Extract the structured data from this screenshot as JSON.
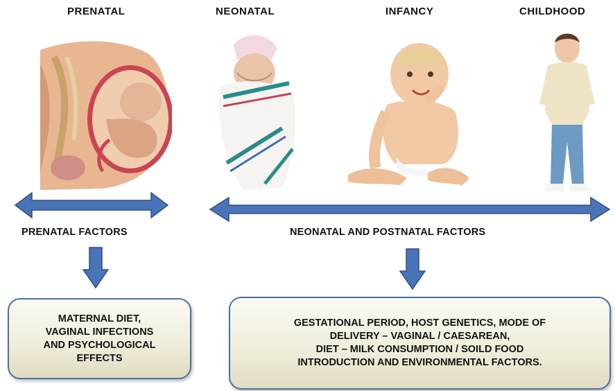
{
  "stages": {
    "prenatal": "PRENATAL",
    "neonatal": "NEONATAL",
    "infancy": "INFANCY",
    "childhood": "CHILDHOOD"
  },
  "factors": {
    "prenatal_label": "PRENATAL FACTORS",
    "postnatal_label": "NEONATAL AND POSTNATAL FACTORS"
  },
  "boxes": {
    "prenatal_text": "MATERNAL DIET,\nVAGINAL INFECTIONS\nAND PSYCHOLOGICAL\nEFFECTS",
    "postnatal_text": "GESTATIONAL PERIOD, HOST GENETICS, MODE OF\nDELIVERY – VAGINAL / CAESAREAN,\nDIET – MILK CONSUMPTION / SOILD FOOD\nINTRODUCTION AND ENVIRONMENTAL FACTORS."
  },
  "colors": {
    "arrow_fill": "#4a74b8",
    "arrow_stroke": "#2f4f86",
    "box_border": "#4a6fa5"
  }
}
